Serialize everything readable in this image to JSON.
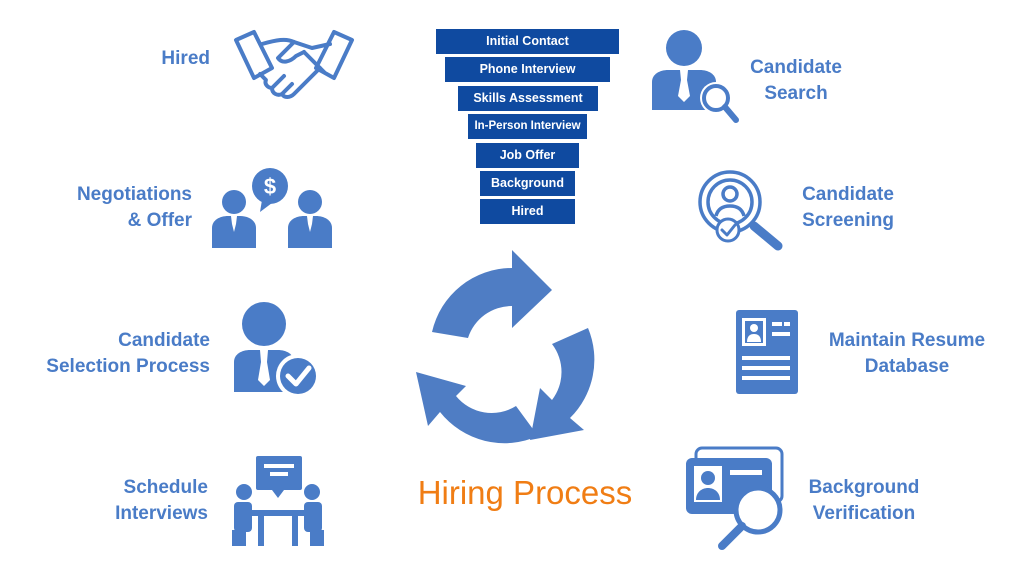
{
  "diagram": {
    "title": "Hiring Process",
    "funnel_stages": [
      "Initial Contact",
      "Phone Interview",
      "Skills Assessment",
      "In-Person Interview",
      "Job Offer",
      "Background",
      "Hired"
    ],
    "left_steps": [
      {
        "lines": [
          "Hired"
        ],
        "icon": "handshake-icon"
      },
      {
        "lines": [
          "Negotiations",
          "& Offer"
        ],
        "icon": "negotiation-dollar-icon"
      },
      {
        "lines": [
          "Candidate",
          "Selection Process"
        ],
        "icon": "selected-candidate-icon"
      },
      {
        "lines": [
          "Schedule",
          "Interviews"
        ],
        "icon": "interview-table-icon"
      }
    ],
    "right_steps": [
      {
        "lines": [
          "Candidate",
          "Search"
        ],
        "icon": "person-search-icon"
      },
      {
        "lines": [
          "Candidate",
          "Screening"
        ],
        "icon": "screening-magnifier-icon"
      },
      {
        "lines": [
          "Maintain Resume",
          "Database"
        ],
        "icon": "resume-document-icon"
      },
      {
        "lines": [
          "Background",
          "Verification"
        ],
        "icon": "id-card-search-icon"
      }
    ],
    "colors": {
      "primary": "#4a7cc7",
      "funnel": "#0f4aa0",
      "title": "#f07d14"
    }
  }
}
